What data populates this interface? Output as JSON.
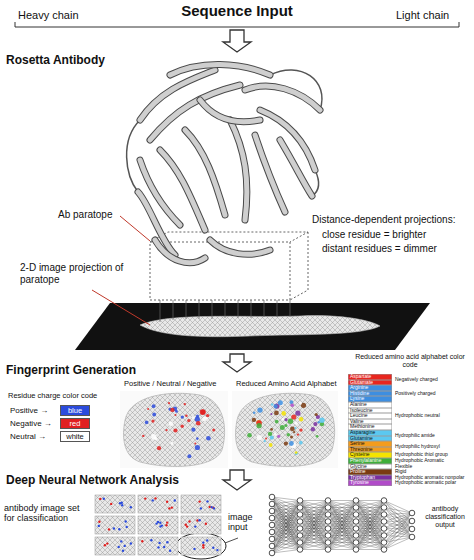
{
  "diagram": {
    "title": "Sequence Input",
    "labels": [
      "Heavy chain",
      "Light chain",
      "Rosetta Antibody",
      "Ab paratope",
      "2-D image projection of paratope",
      "Distance-dependent projections:",
      "close residue = brighter",
      "distant residues = dimmer",
      "Fingerprint Generation",
      "Residue charge color code",
      "blue",
      "red",
      "white",
      "Positive / Neutral / Negative",
      "Reduced Amino Acid Alphabet",
      "Reduced amino acid alphabet color code",
      "Negatively charged",
      "Positively charged",
      "Hydrophobic neutral",
      "Hydrophilic amide",
      "Hydrophilic hydroxyl",
      "Hydrophobic thiol group",
      "Hydrophobic Aromatic",
      "Flexible",
      "Rigid",
      "Hydrophobic aromatic nonpolar",
      "Hydrophobic aromatic polar",
      "Deep Neural Network Analysis",
      "antibody image set for classification",
      "image input",
      "antibody classification output"
    ],
    "legend": [
      {
        "text": "Positive →",
        "color": "#2b4bdc"
      },
      {
        "text": "Negative →",
        "color": "#e02020"
      },
      {
        "text": "Neutral →",
        "color": "#ffffff"
      },
      {
        "text": "Aspartate",
        "color": "#e8261f"
      },
      {
        "text": "Glutamate",
        "color": "#e8261f"
      },
      {
        "text": "Arginine",
        "color": "#3d8ee0"
      },
      {
        "text": "Histidine",
        "color": "#3d8ee0"
      },
      {
        "text": "Lysine",
        "color": "#3d8ee0"
      },
      {
        "text": "Alanine",
        "color": "#ffffff"
      },
      {
        "text": "Isoleucine",
        "color": "#ffffff"
      },
      {
        "text": "Leucine",
        "color": "#ffffff"
      },
      {
        "text": "Valine",
        "color": "#ffffff"
      },
      {
        "text": "Methionine",
        "color": "#ffffff"
      },
      {
        "text": "Asparagine",
        "color": "#5bc8f0"
      },
      {
        "text": "Glutamine",
        "color": "#5bc8f0"
      },
      {
        "text": "Serine",
        "color": "#f39c1e"
      },
      {
        "text": "Threonine",
        "color": "#f39c1e"
      },
      {
        "text": "Cysteine",
        "color": "#f5e400"
      },
      {
        "text": "Phenylalanine",
        "color": "#3fae3a"
      },
      {
        "text": "Glycine",
        "color": "#ffffff"
      },
      {
        "text": "Proline",
        "color": "#7a3b12"
      },
      {
        "text": "Tryptophan",
        "color": "#7a2fa0"
      },
      {
        "text": "Tyrosine",
        "color": "#b04bc8"
      }
    ]
  }
}
